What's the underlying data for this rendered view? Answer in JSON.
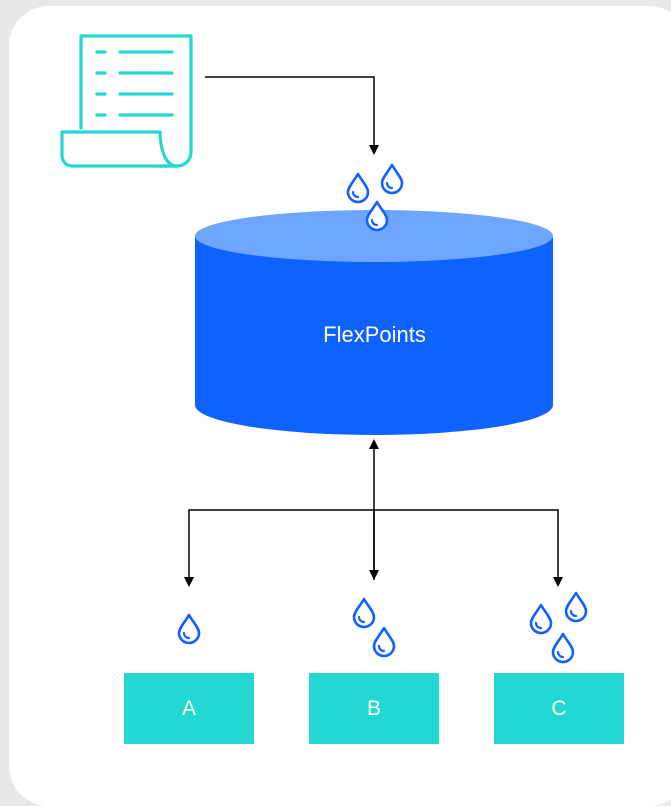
{
  "pool": {
    "label": "FlexPoints"
  },
  "accounts": [
    {
      "label": "A",
      "drops": 1
    },
    {
      "label": "B",
      "drops": 2
    },
    {
      "label": "C",
      "drops": 3
    }
  ],
  "pool_drops": 3,
  "colors": {
    "background": "#e8e8e8",
    "card": "#ffffff",
    "cylinder_body": "#0f62fe",
    "cylinder_top": "#6ea6ff",
    "account_box": "#23d8d3",
    "document_icon": "#23d8d3",
    "drop_icon": "#0f62fe",
    "arrow": "#000000"
  },
  "icons": {
    "document": "receipt-document-icon",
    "drop": "water-drop-icon"
  }
}
